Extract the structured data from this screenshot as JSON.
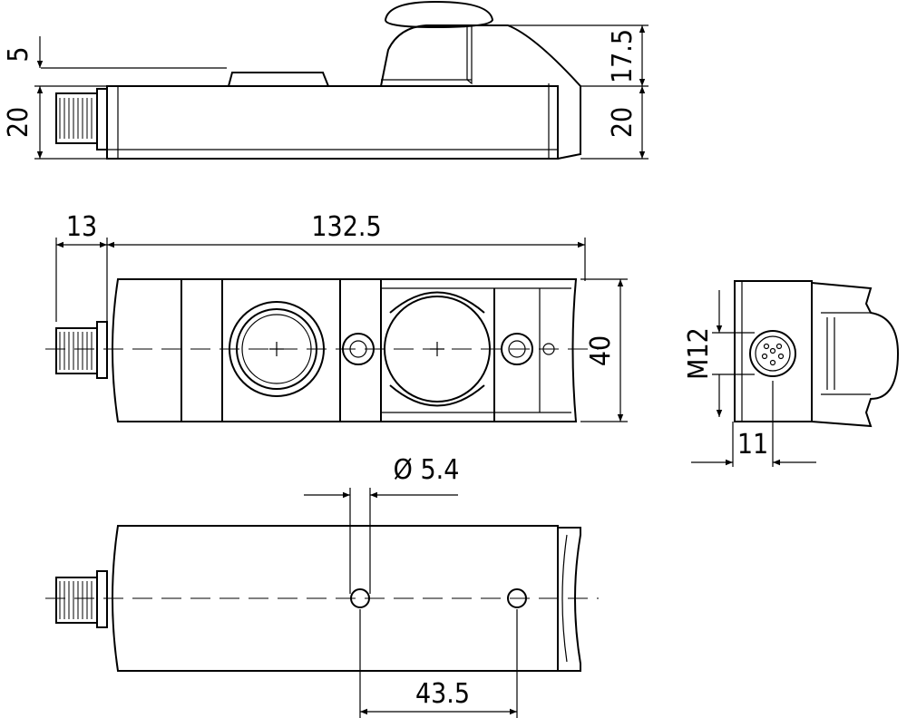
{
  "title": "Safety switch dimensional drawing",
  "dimensions": {
    "side_top_offset": "5",
    "side_height_left": "20",
    "button_height": "17.5",
    "side_height_right": "20",
    "connector_length": "13",
    "body_length": "132.5",
    "body_width": "40",
    "connector_thread": "M12",
    "connector_offset": "11",
    "hole_diameter": "Ø 5.4",
    "hole_spacing": "43.5"
  }
}
